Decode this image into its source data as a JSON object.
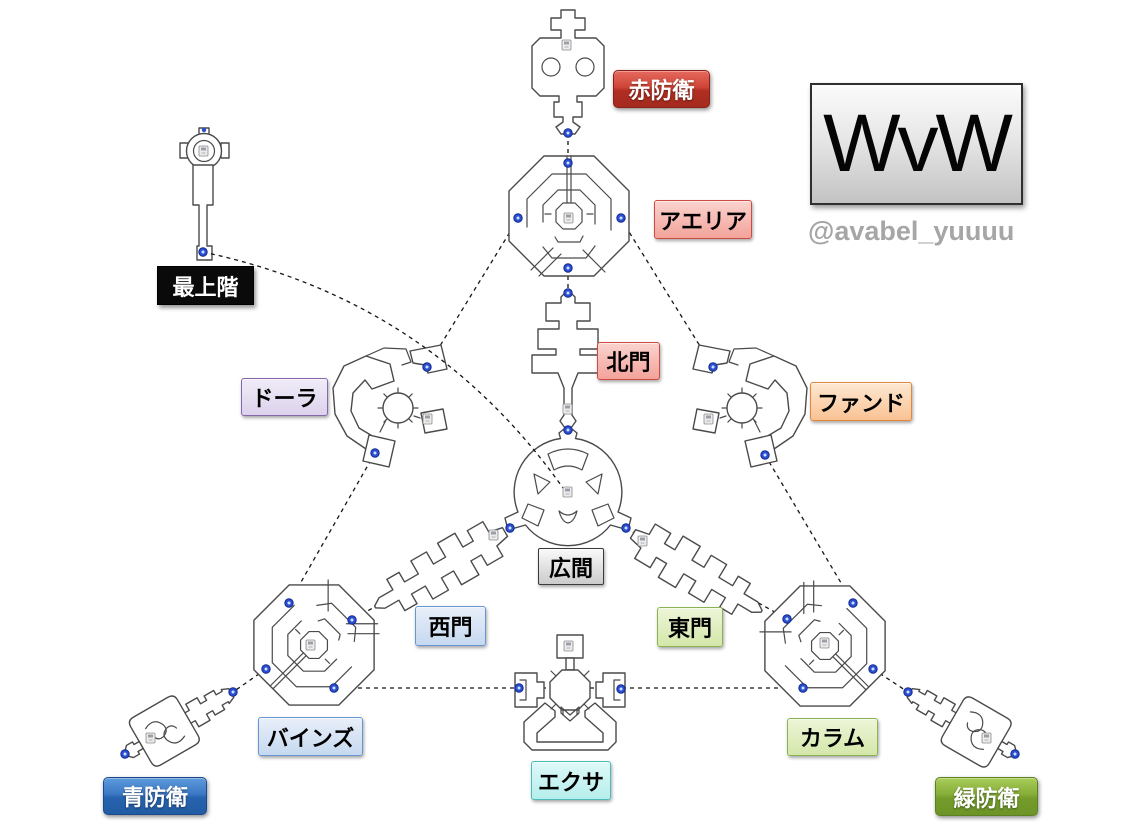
{
  "title_box": {
    "text": "WvW",
    "bg_top": "#fbfbfb",
    "bg_bottom": "#c3c3c3",
    "border": "#2f2f2f"
  },
  "credit_handle": "@avabel_yuuuu",
  "labels": {
    "red_defense": "赤防衛",
    "aeria": "アエリア",
    "top_floor": "最上階",
    "north_gate": "北門",
    "dora": "ドーラ",
    "fand": "ファンド",
    "hall": "広間",
    "west_gate": "西門",
    "east_gate": "東門",
    "vines": "バインズ",
    "column": "カラム",
    "exa": "エクサ",
    "blue_defense": "青防衛",
    "green_defense": "緑防衛"
  },
  "colors": {
    "red_team": "#c0392b",
    "blue_team": "#2e6db4",
    "green_team": "#79a12e",
    "connection_dot": "#2b4fd0",
    "structure_outline": "#4a4a4a",
    "dashed_line": "#151515"
  },
  "map_data": {
    "locations": [
      {
        "id": "red-keep",
        "label": "赤防衛",
        "type": "defense-keep",
        "team": "red"
      },
      {
        "id": "aeria",
        "label": "アエリア",
        "type": "castle"
      },
      {
        "id": "top-floor",
        "label": "最上階",
        "type": "tower"
      },
      {
        "id": "north-gate",
        "label": "北門",
        "type": "gate-corridor"
      },
      {
        "id": "dora",
        "label": "ドーラ",
        "type": "tower"
      },
      {
        "id": "fand",
        "label": "ファンド",
        "type": "tower"
      },
      {
        "id": "hall",
        "label": "広間",
        "type": "central-hall"
      },
      {
        "id": "west-gate",
        "label": "西門",
        "type": "gate-corridor"
      },
      {
        "id": "east-gate",
        "label": "東門",
        "type": "gate-corridor"
      },
      {
        "id": "vines",
        "label": "バインズ",
        "type": "castle"
      },
      {
        "id": "column",
        "label": "カラム",
        "type": "castle"
      },
      {
        "id": "exa",
        "label": "エクサ",
        "type": "hall"
      },
      {
        "id": "blue-keep",
        "label": "青防衛",
        "type": "defense-keep",
        "team": "blue"
      },
      {
        "id": "green-keep",
        "label": "緑防衛",
        "type": "defense-keep",
        "team": "green"
      }
    ],
    "connections": [
      [
        "red-keep",
        "aeria"
      ],
      [
        "aeria",
        "north-gate"
      ],
      [
        "north-gate",
        "hall"
      ],
      [
        "aeria",
        "dora"
      ],
      [
        "aeria",
        "fand"
      ],
      [
        "top-floor",
        "hall"
      ],
      [
        "dora",
        "vines"
      ],
      [
        "fand",
        "column"
      ],
      [
        "hall",
        "west-gate"
      ],
      [
        "west-gate",
        "vines"
      ],
      [
        "hall",
        "east-gate"
      ],
      [
        "east-gate",
        "column"
      ],
      [
        "vines",
        "exa"
      ],
      [
        "exa",
        "column"
      ],
      [
        "vines",
        "blue-keep"
      ],
      [
        "column",
        "green-keep"
      ]
    ]
  }
}
